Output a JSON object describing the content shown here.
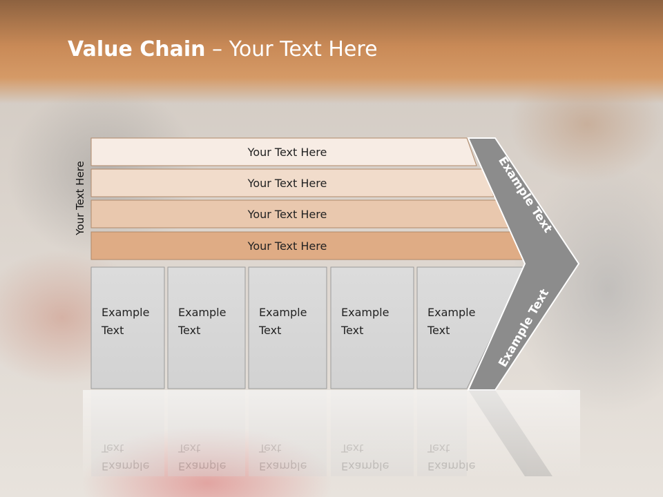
{
  "slide": {
    "title_bold": "Value Chain",
    "title_rest": " – Your Text Here",
    "side_label": "Your Text Here"
  },
  "rows": [
    {
      "label": "Your Text Here",
      "color": "#f7ece4"
    },
    {
      "label": "Your Text Here",
      "color": "#f1dccb"
    },
    {
      "label": "Your Text Here",
      "color": "#e9c8ae"
    },
    {
      "label": "Your Text Here",
      "color": "#dfac85"
    }
  ],
  "columns": [
    {
      "line1": "Example",
      "line2": "Text"
    },
    {
      "line1": "Example",
      "line2": "Text"
    },
    {
      "line1": "Example",
      "line2": "Text"
    },
    {
      "line1": "Example",
      "line2": "Text"
    },
    {
      "line1": "Example",
      "line2": "Text"
    }
  ],
  "chevron": {
    "upper_label": "Example Text",
    "lower_label": "Example Text",
    "color": "#8c8c8c"
  }
}
